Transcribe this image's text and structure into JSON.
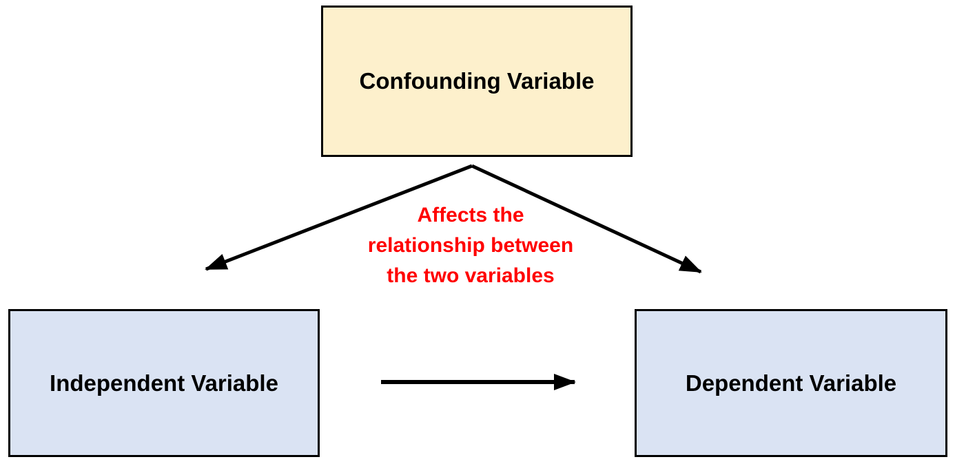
{
  "nodes": {
    "confounding": {
      "label": "Confounding Variable",
      "fill": "#FDF0CC"
    },
    "independent": {
      "label": "Independent Variable",
      "fill": "#DAE3F3"
    },
    "dependent": {
      "label": "Dependent Variable",
      "fill": "#DAE3F3"
    }
  },
  "annotation": {
    "line1": "Affects the",
    "line2": "relationship between",
    "line3": "the two variables",
    "color": "#FF0000"
  },
  "colors": {
    "border": "#000000",
    "arrow": "#000000",
    "background": "#FFFFFF"
  }
}
